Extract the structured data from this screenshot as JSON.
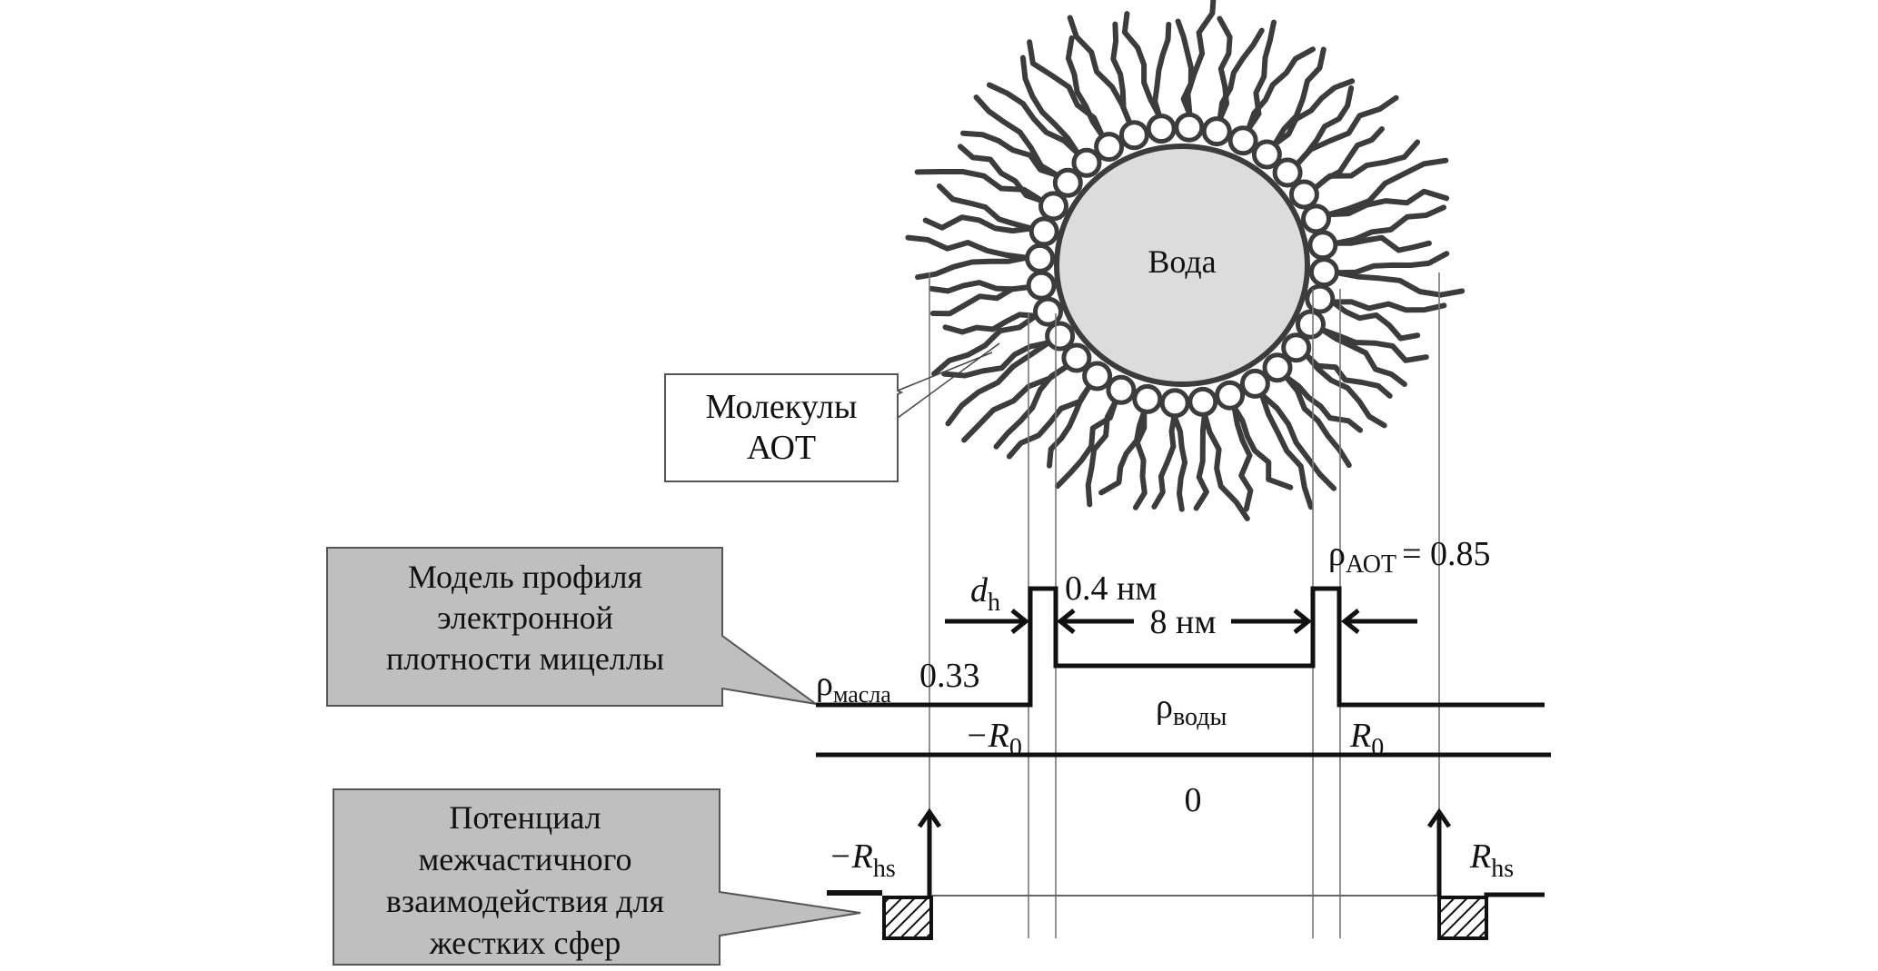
{
  "micelle": {
    "core_label": "Вода",
    "head_count": 32,
    "colors": {
      "core": "#dcdcdc",
      "chain": "#3c3c3c",
      "head_fill": "#ffffff"
    }
  },
  "callouts": {
    "aot": {
      "line1": "Молекулы",
      "line2": "АОТ"
    },
    "density": {
      "line1": "Модель профиля",
      "line2": "электронной",
      "line3": "плотности мицеллы"
    },
    "potential": {
      "line1": "Потенциал",
      "line2": "межчастичного",
      "line3": "взаимодействия для",
      "line4": "жестких сфер"
    },
    "box_fill": "#bfbfbf"
  },
  "density_profile": {
    "rho_oil_symbol": "ρ",
    "rho_oil_sub": "масла",
    "rho_oil_value": "0.33",
    "rho_aot_symbol": "ρ",
    "rho_aot_sub": "АОТ",
    "rho_aot_value": "= 0.85",
    "rho_water_symbol": "ρ",
    "rho_water_sub": "воды",
    "dh_symbol": "d",
    "dh_sub": "h",
    "dh_value": "0.4 нм",
    "core_diameter": "8 нм",
    "minus_r0": "−R",
    "r0": "R",
    "r0_sub": "0",
    "zero_label": "0"
  },
  "potential": {
    "minus_rhs": "−R",
    "rhs": "R",
    "rhs_sub": "hs"
  }
}
